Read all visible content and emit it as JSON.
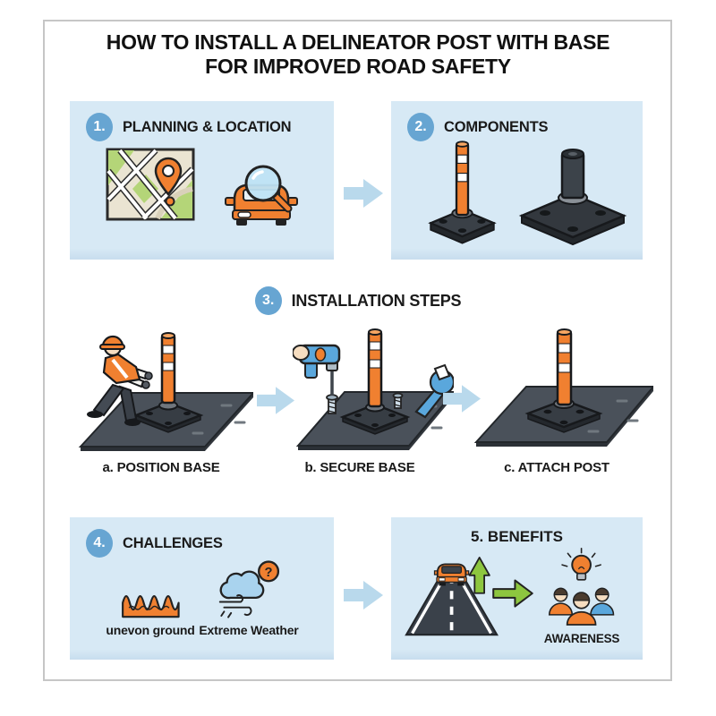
{
  "title": {
    "line1": "HOW TO INSTALL A DELINEATOR POST WITH BASE",
    "line2": "FOR IMPROVED ROAD SAFETY"
  },
  "sections": {
    "planning": {
      "number": "1.",
      "label": "PLANNING & LOCATION",
      "icons": [
        "map-icon",
        "car-inspection-icon"
      ]
    },
    "components": {
      "number": "2.",
      "label": "COMPONENTS",
      "icons": [
        "delineator-post-icon",
        "base-icon"
      ]
    },
    "installation": {
      "number": "3.",
      "label": "INSTALLATION STEPS",
      "steps": [
        {
          "key": "a",
          "label": "a. POSITION BASE",
          "icon": "worker-position-base-icon"
        },
        {
          "key": "b",
          "label": "b. SECURE BASE",
          "icon": "drill-secure-base-icon"
        },
        {
          "key": "c",
          "label": "c. ATTACH POST",
          "icon": "attached-post-icon"
        }
      ]
    },
    "challenges": {
      "number": "4.",
      "label": "CHALLENGES",
      "weather_badge": "?",
      "items": [
        {
          "label": "unevon ground",
          "icon": "uneven-ground-icon"
        },
        {
          "label": "Extreme Weather",
          "icon": "extreme-weather-icon"
        }
      ]
    },
    "benefits": {
      "label": "5. BENEFITS",
      "icons": [
        "road-improvement-icon",
        "green-arrow-icon"
      ],
      "items": [
        {
          "label": "AWARENESS",
          "icon": "people-awareness-icon"
        }
      ]
    }
  },
  "colors": {
    "panel_blue": "#d7e9f5",
    "badge_blue": "#67a5d2",
    "arrow_blue": "#b9d9ec",
    "orange": "#f08030",
    "green": "#8dc63f",
    "asphalt": "#4a515a",
    "ink": "#1a1a1a"
  }
}
